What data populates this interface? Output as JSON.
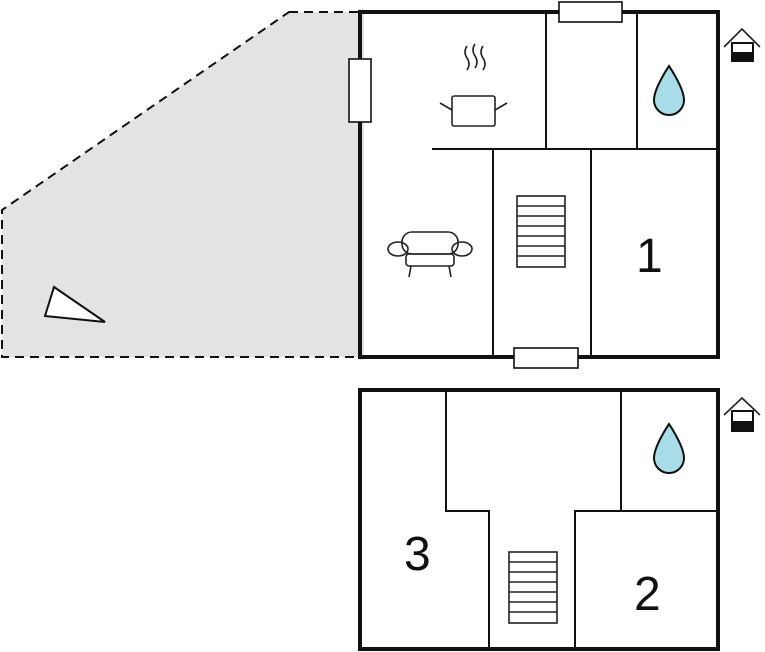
{
  "plan": {
    "ground_floor": {
      "room_label": "1",
      "icons": [
        "kitchen-pot-icon",
        "bathroom-water-drop-icon",
        "living-sofa-icon",
        "staircase-icon",
        "entrance-house-icon",
        "north-arrow-icon"
      ]
    },
    "upper_floor": {
      "room_labels": [
        "2",
        "3"
      ],
      "icons": [
        "bathroom-water-drop-icon",
        "staircase-icon",
        "entrance-house-icon"
      ]
    },
    "colors": {
      "terrace_fill": "#e3e3e3",
      "water_drop": "#a8dde8",
      "wall": "#111111"
    }
  }
}
